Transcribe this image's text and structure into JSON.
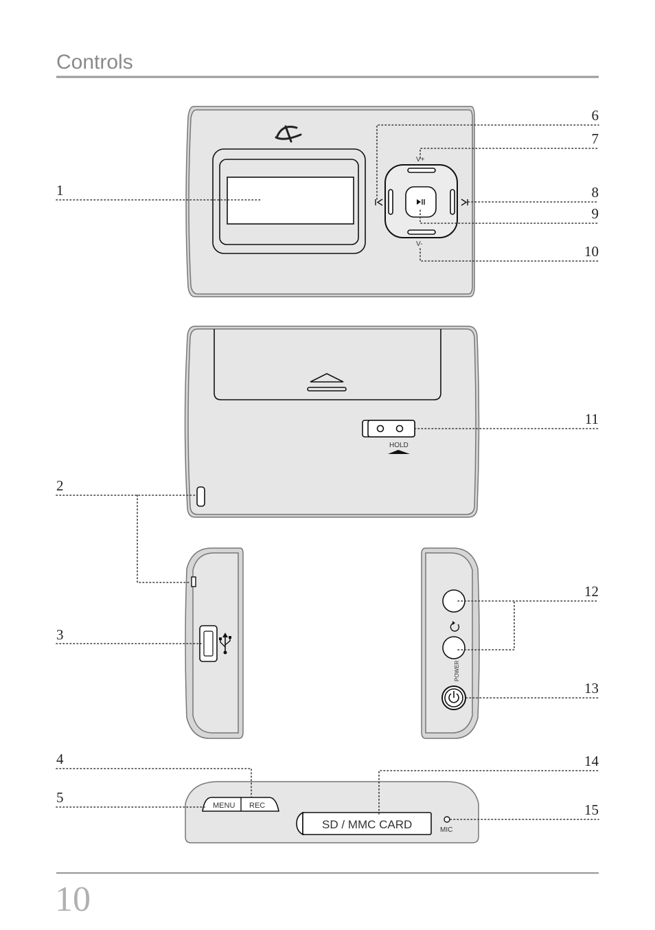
{
  "page": {
    "title": "Controls",
    "page_number": "10"
  },
  "callouts": [
    "1",
    "2",
    "3",
    "4",
    "5",
    "6",
    "7",
    "8",
    "9",
    "10",
    "11",
    "12",
    "13",
    "14",
    "15"
  ],
  "device_labels": {
    "vol_up": "V+",
    "vol_down": "V-",
    "hold": "HOLD",
    "power": "POWER",
    "menu": "MENU",
    "rec": "REC",
    "card_slot": "SD / MMC CARD",
    "mic": "MIC"
  },
  "colors": {
    "device_body": "#e6e6e6",
    "outline": "#111111",
    "title": "#8a8a8a",
    "rule": "#999999"
  }
}
